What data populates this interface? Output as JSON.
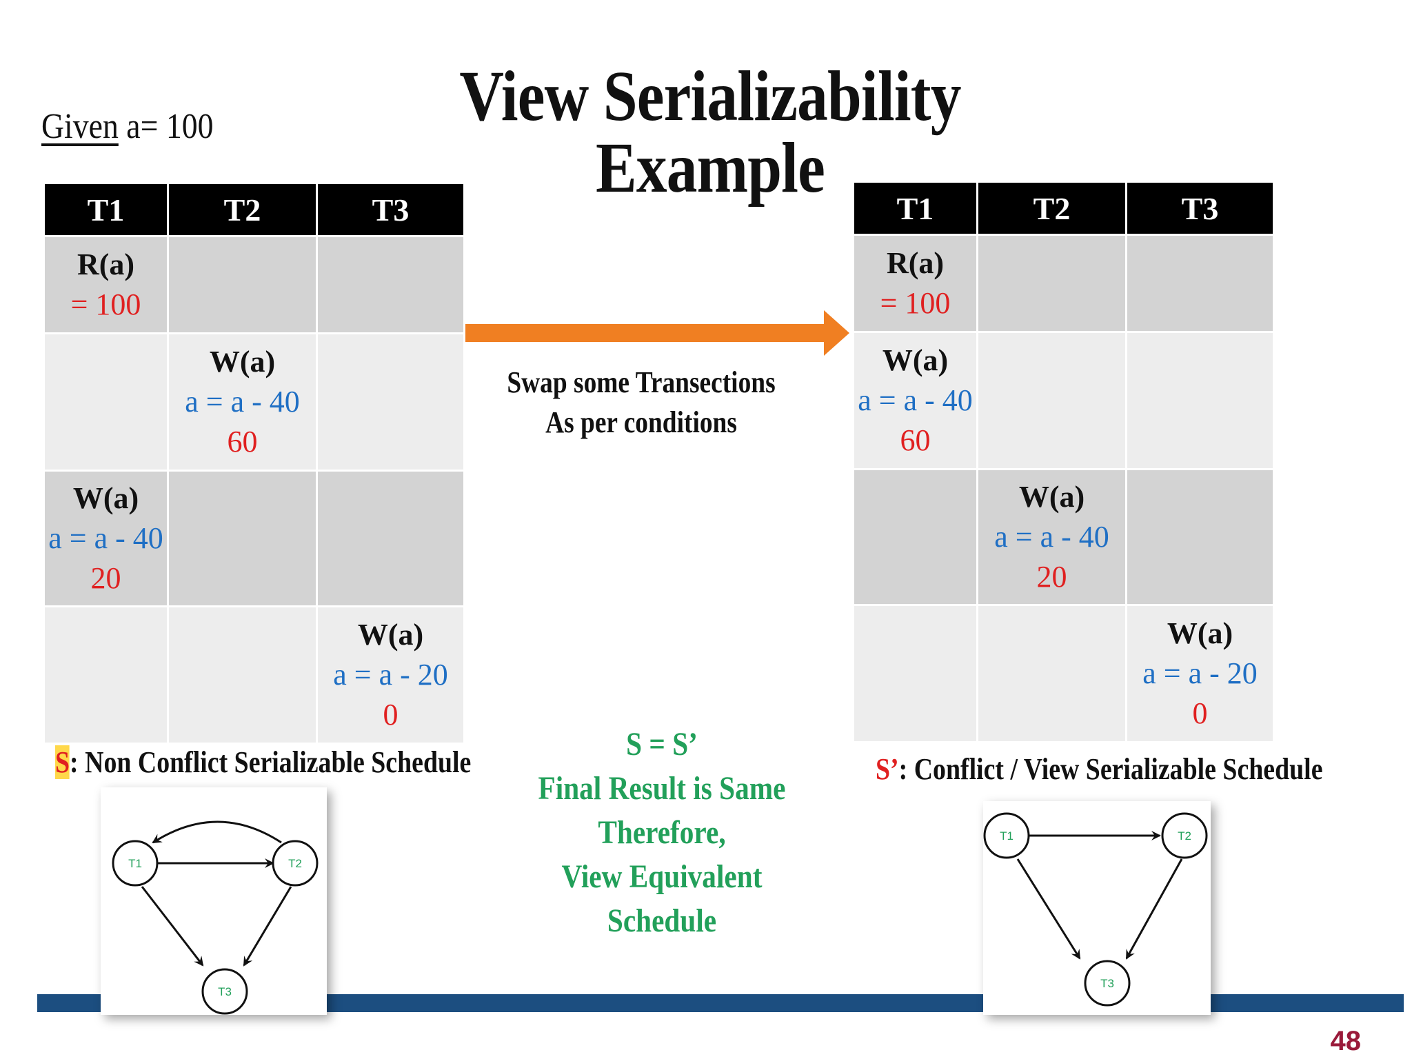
{
  "title": "View Serializability Example",
  "given": {
    "word": "Given",
    "rest": "a= 100"
  },
  "headers": [
    "T1",
    "T2",
    "T3"
  ],
  "left_schedule": {
    "rows": [
      {
        "col": 0,
        "op": "R(a)",
        "eq": "",
        "val": "= 100"
      },
      {
        "col": 1,
        "op": "W(a)",
        "eq": "a = a - 40",
        "val": "60"
      },
      {
        "col": 0,
        "op": "W(a)",
        "eq": "a = a - 40",
        "val": "20"
      },
      {
        "col": 2,
        "op": "W(a)",
        "eq": "a = a - 20",
        "val": "0"
      }
    ],
    "caption_s": "S",
    "caption_text": ": Non Conflict Serializable Schedule"
  },
  "right_schedule": {
    "rows": [
      {
        "col": 0,
        "op": "R(a)",
        "eq": "",
        "val": "= 100"
      },
      {
        "col": 0,
        "op": "W(a)",
        "eq": "a = a - 40",
        "val": "60"
      },
      {
        "col": 1,
        "op": "W(a)",
        "eq": "a = a - 40",
        "val": "20"
      },
      {
        "col": 2,
        "op": "W(a)",
        "eq": "a = a - 20",
        "val": "0"
      }
    ],
    "caption_s": "S’",
    "caption_text": ": Conflict / View Serializable Schedule"
  },
  "swap_text": [
    "Swap some Transections",
    "As per conditions"
  ],
  "conclusion": [
    "S = S’",
    "Final Result is Same",
    "Therefore,",
    "View Equivalent Schedule"
  ],
  "left_graph": {
    "nodes": [
      "T1",
      "T2",
      "T3"
    ]
  },
  "right_graph": {
    "nodes": [
      "T1",
      "T2",
      "T3"
    ]
  },
  "page_number": "48",
  "colors": {
    "arrow": "#f07f22",
    "equation": "#1f6fc4",
    "value": "#e02020",
    "conclusion": "#22a05a",
    "footer_bar": "#1c4e80"
  }
}
